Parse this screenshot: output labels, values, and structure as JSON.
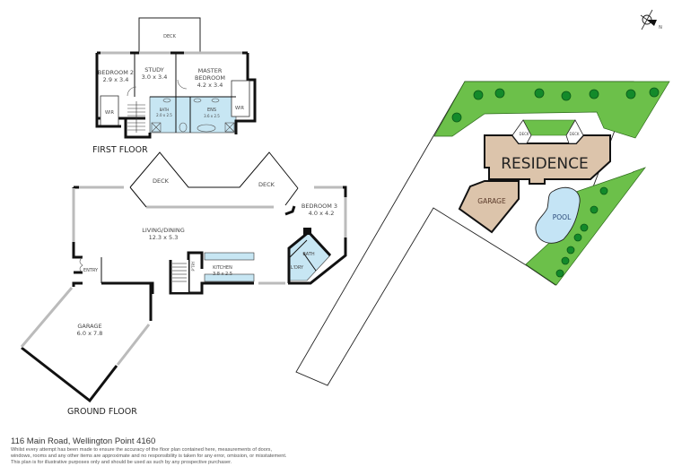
{
  "compass": {
    "label": "N",
    "icon": "north-arrow-icon"
  },
  "first_floor": {
    "title": "FIRST FLOOR",
    "rooms": [
      {
        "name": "DECK",
        "size": ""
      },
      {
        "name": "BEDROOM 2",
        "size": "2.9 x 3.4"
      },
      {
        "name": "STUDY",
        "size": "3.0 x 3.4"
      },
      {
        "name": "MASTER BEDROOM",
        "line1": "MASTER",
        "line2": "BEDROOM",
        "size": "4.2 x 3.4"
      },
      {
        "name": "WIR",
        "size": ""
      },
      {
        "name": "BATH",
        "size": "2.0 x 2.5"
      },
      {
        "name": "ENS",
        "size": "3.6 x 2.5"
      },
      {
        "name": "WIR",
        "size": ""
      }
    ]
  },
  "ground_floor": {
    "title": "GROUND FLOOR",
    "rooms": [
      {
        "name": "DECK",
        "size": ""
      },
      {
        "name": "DECK",
        "size": ""
      },
      {
        "name": "LIVING/DINING",
        "size": "12.3 x 5.3"
      },
      {
        "name": "BEDROOM 3",
        "size": "4.0 x 4.2"
      },
      {
        "name": "BATH",
        "size": ""
      },
      {
        "name": "L'DRY",
        "size": ""
      },
      {
        "name": "KITCHEN",
        "size": "3.8 x 2.5"
      },
      {
        "name": "P'TRY",
        "size": ""
      },
      {
        "name": "ENTRY",
        "size": ""
      },
      {
        "name": "GARAGE",
        "size": "6.0 x 7.8"
      }
    ]
  },
  "site_plan": {
    "residence": "RESIDENCE",
    "garage": "GARAGE",
    "pool": "POOL",
    "deck_left": "DECK",
    "deck_right": "DECK",
    "colors": {
      "lawn": "#6cc04a",
      "building": "#dcc4ab",
      "pool": "#c4e4f5",
      "tree": "#138a2a"
    }
  },
  "footer": {
    "address": "116 Main Road, Wellington Point 4160",
    "disclaimer": [
      "Whilst every attempt has been made to ensure the accuracy of the floor plan contained here, measurements of doors,",
      "windows, rooms and any other items are approximate and no responsibility is taken for any error, omission, or misstatement.",
      "This plan is for illustrative purposes only and should be used as such by any prospective purchaser."
    ]
  }
}
